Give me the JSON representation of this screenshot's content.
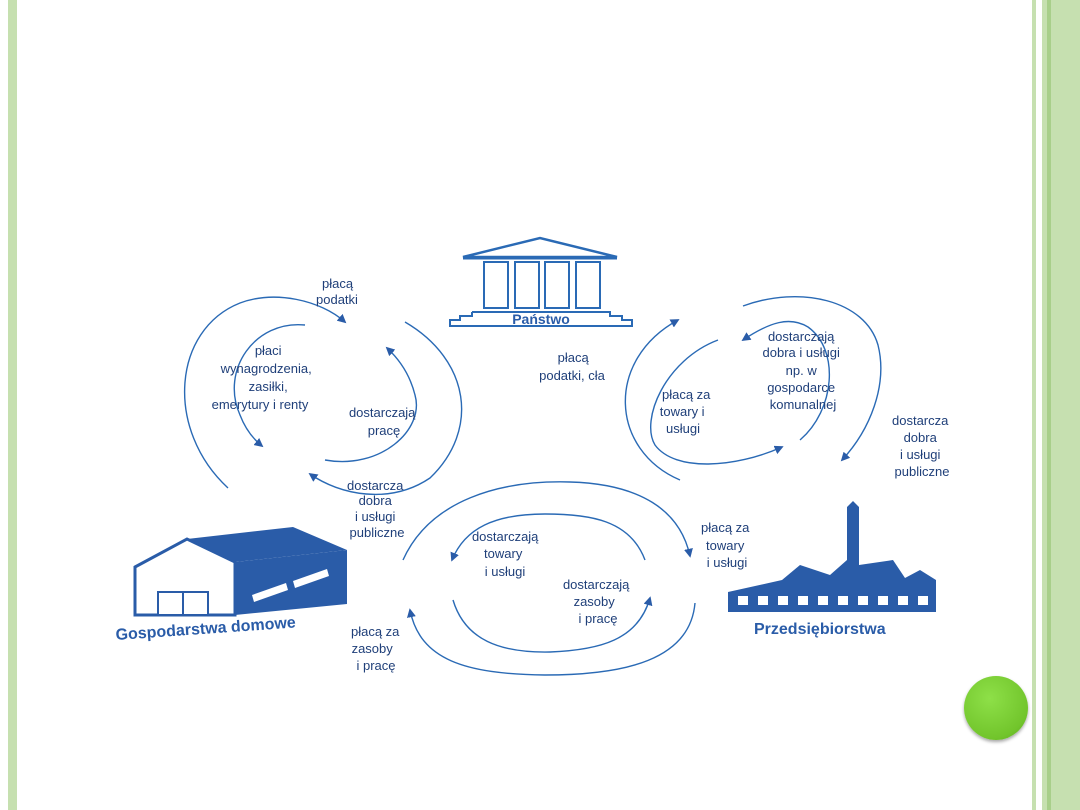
{
  "entities": {
    "state": "Państwo",
    "households": "Gospodarstwa domowe",
    "enterprises": "Przedsiębiorstwa"
  },
  "flows": {
    "hh_pay_taxes": [
      "płacą",
      "podatki"
    ],
    "state_pays_benefits": [
      "płaci",
      "wynagrodzenia,",
      "zasiłki,",
      "emerytury i renty"
    ],
    "hh_supply_labor": [
      "dostarczają",
      "pracę"
    ],
    "state_supplies_public_hh": [
      "dostarcza",
      "dobra",
      "i usługi",
      "publiczne"
    ],
    "ent_pay_taxes": [
      "płacą",
      "podatki, cła"
    ],
    "state_pays_goods": [
      "płacą za",
      "towary i",
      "usługi"
    ],
    "ent_supply_communal": [
      "dostarczają",
      "dobra i usługi",
      "np. w",
      "gospodarce",
      "komunalnej"
    ],
    "state_supplies_public_ent": [
      "dostarcza",
      "dobra",
      "i usługi",
      "publiczne"
    ],
    "ent_supply_goods": [
      "dostarczają",
      "towary",
      "i usługi"
    ],
    "hh_pay_goods": [
      "płacą za",
      "towary",
      "i usługi"
    ],
    "hh_supply_resources": [
      "dostarczają",
      "zasoby",
      "i pracę"
    ],
    "ent_pay_resources": [
      "płacą za",
      "zasoby",
      "i pracę"
    ]
  },
  "colors": {
    "diagram_blue": "#2a5ca8",
    "label_text": "#1f3f79",
    "border_green": "#c6e0b0",
    "accent_dot": "#72c52c"
  }
}
